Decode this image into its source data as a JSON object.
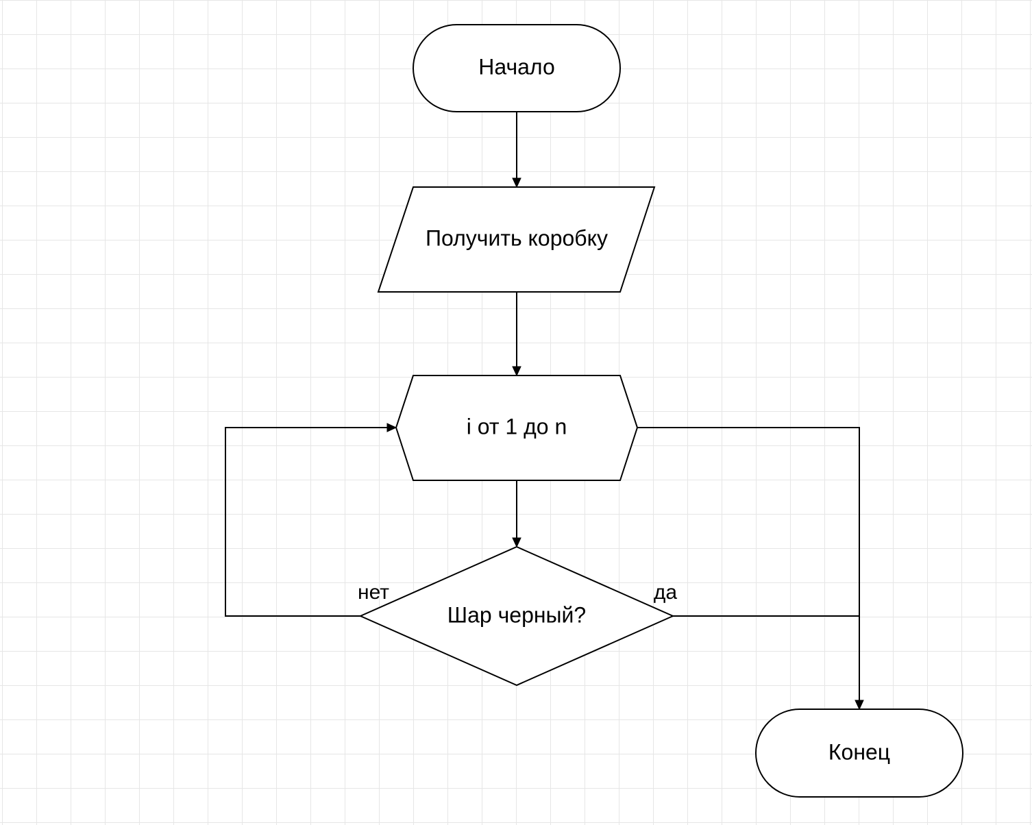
{
  "colors": {
    "background": "#ffffff",
    "grid": "#e6e6e6",
    "stroke": "#000000",
    "text": "#000000"
  },
  "flowchart": {
    "start": {
      "label": "Начало",
      "shape": "terminator"
    },
    "input": {
      "label": "Получить коробку",
      "shape": "parallelogram"
    },
    "loop": {
      "label": "i от 1 до n",
      "shape": "hexagon"
    },
    "decision": {
      "label": "Шар черный?",
      "shape": "diamond"
    },
    "end": {
      "label": "Конец",
      "shape": "terminator"
    },
    "edge_labels": {
      "no": "нет",
      "yes": "да"
    }
  }
}
